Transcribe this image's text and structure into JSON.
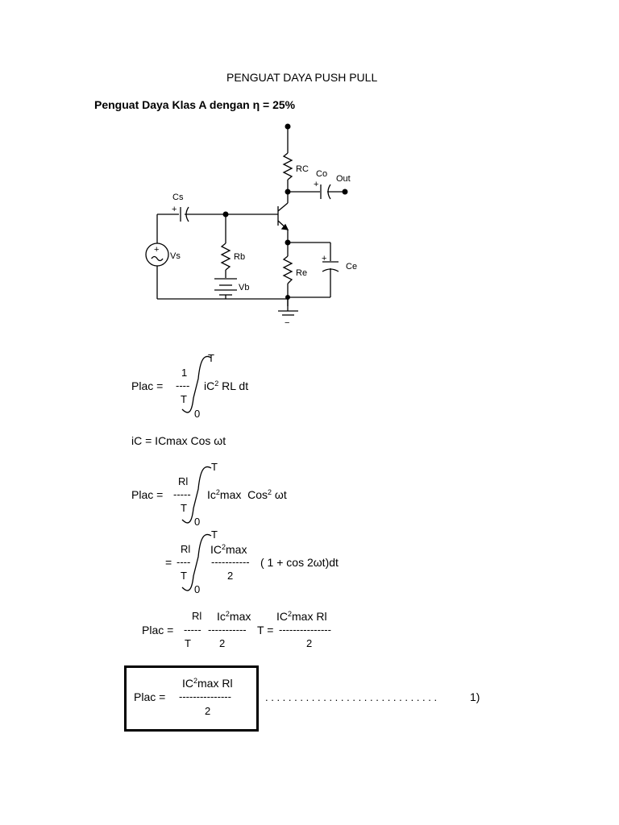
{
  "doc": {
    "title": "PENGUAT DAYA PUSH PULL",
    "section_heading": "Penguat Daya Klas A dengan η = 25%"
  },
  "circuit": {
    "labels": {
      "rc": "RC",
      "co": "Co",
      "out": "Out",
      "cs": "Cs",
      "vs": "Vs",
      "rb": "Rb",
      "vb": "Vb",
      "re": "Re",
      "ce": "Ce",
      "plus": "+",
      "ground_minus": "−"
    }
  },
  "eq1": {
    "lhs": "Plac =",
    "num": "1",
    "bar": "----",
    "den": "T",
    "upper": "T",
    "lower": "0",
    "integrand_pre": "iC",
    "integrand_sup": "2",
    "integrand_post": " RL dt"
  },
  "eq2": {
    "text": "iC = ICmax Cos ωt"
  },
  "eq3": {
    "lhs": "Plac =",
    "num": "Rl",
    "bar": "-----",
    "den": "T",
    "upper": "T",
    "lower": "0",
    "integrand_a": "Ic",
    "integrand_a_sup": "2",
    "integrand_b": "max  Cos",
    "integrand_b_sup": "2",
    "integrand_c": " ωt"
  },
  "eq4": {
    "eq": "=",
    "num": "Rl",
    "bar": "----",
    "den": "T",
    "upper": "T",
    "lower": "0",
    "frac_num_pre": "IC",
    "frac_num_sup": "2",
    "frac_num_post": "max",
    "frac_bar": "-----------",
    "frac_den": "2",
    "tail": "( 1 + cos 2ωt)dt"
  },
  "eq5": {
    "lhs": "Plac =",
    "a_num": "Rl",
    "a_bar": "-----",
    "a_den": "T",
    "b_num_pre": "Ic",
    "b_num_sup": "2",
    "b_num_post": "max",
    "b_bar": "-----------",
    "b_den": "2",
    "mid": "T =",
    "c_num_pre": "IC",
    "c_num_sup": "2",
    "c_num_post": "max Rl",
    "c_bar": "---------------",
    "c_den": "2"
  },
  "eq6": {
    "lhs": "Plac =",
    "num_pre": "IC",
    "num_sup": "2",
    "num_post": "max Rl",
    "bar": "---------------",
    "den": "2",
    "leader": ". . . . . . . . . . . . . . . . . . . . . . . . . . . . . .",
    "ref": "1)"
  }
}
